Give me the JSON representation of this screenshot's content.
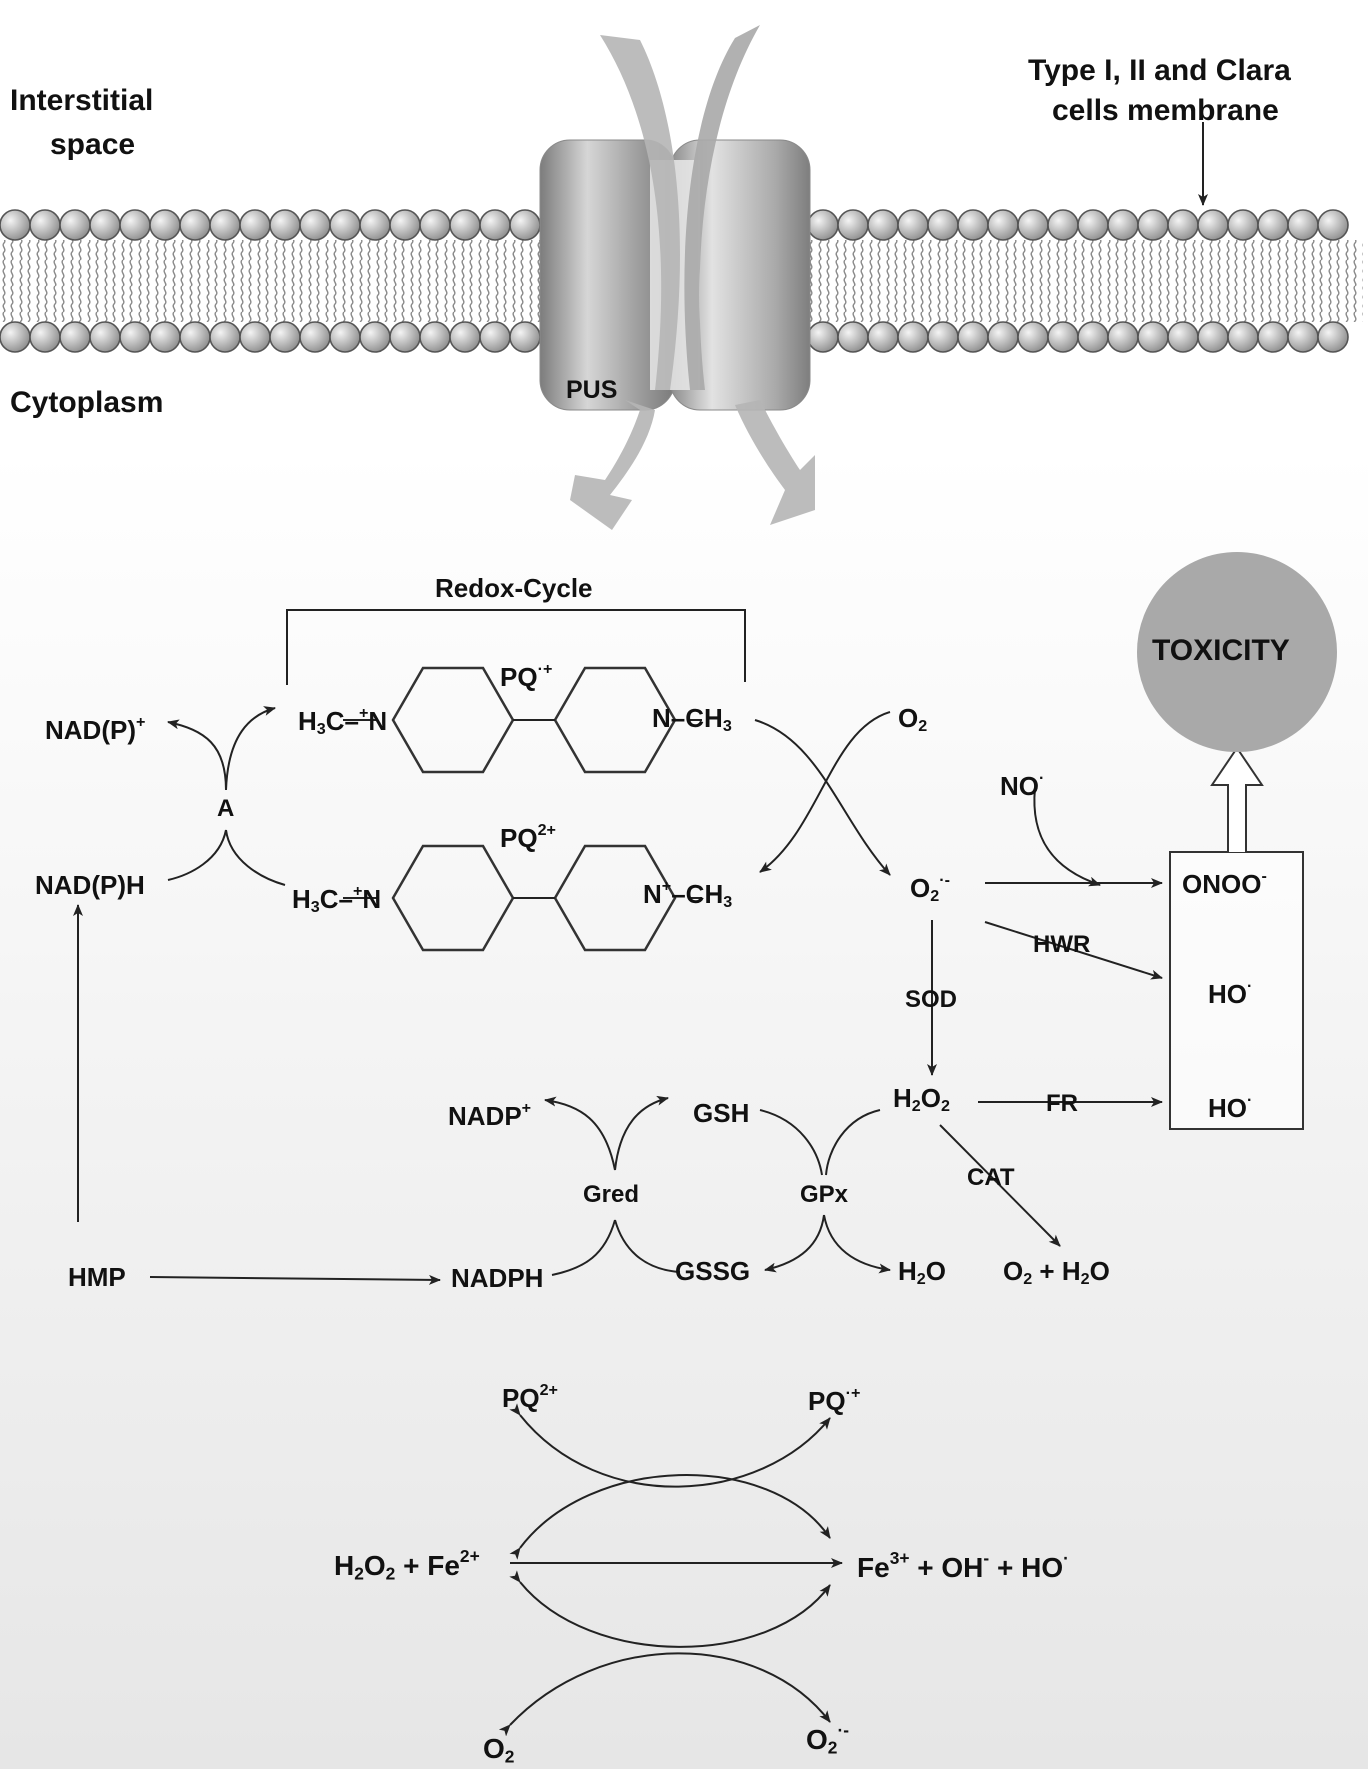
{
  "labels": {
    "interstitial": "Interstitial",
    "space": "space",
    "membrane_line1": "Type I, II and Clara",
    "membrane_line2": "cells membrane",
    "cytoplasm": "Cytoplasm",
    "pus": "PUS",
    "redox_cycle": "Redox-Cycle",
    "toxicity": "TOXICITY",
    "nadp_plus": "NAD(P)",
    "nadph": "NAD(P)H",
    "a": "A",
    "pq_radical": "PQ",
    "pq2": "PQ",
    "h3c": "H",
    "n": "N",
    "ch3": "CH",
    "o2": "O",
    "no": "NO",
    "superoxide": "O",
    "onoo": "ONOO",
    "hwr": "HWR",
    "ho1": "HO",
    "sod": "SOD",
    "h2o2": "H",
    "fr": "FR",
    "ho2": "HO",
    "nadp_plus2": "NADP",
    "gsh": "GSH",
    "gred": "Gred",
    "gpx": "GPx",
    "cat": "CAT",
    "hmp": "HMP",
    "nadph2": "NADPH",
    "gssg": "GSSG",
    "h2o": "H",
    "o2_h2o": "O",
    "pq2_bottom": "PQ",
    "pq_rad_bottom": "PQ",
    "h2o2_fe": "H",
    "fe3": "Fe",
    "o2_bottom": "O",
    "o2_rad_bottom": "O"
  },
  "colors": {
    "membrane_head": "#b8b8b8",
    "channel": "#a8a8a8",
    "toxicity_circle": "#a9a9a9",
    "arrow_gray": "#b5b5b5"
  }
}
